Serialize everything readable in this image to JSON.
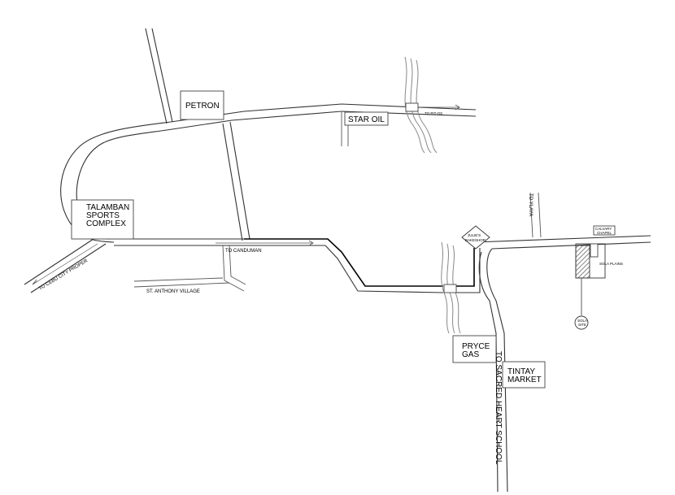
{
  "map": {
    "landmarks": {
      "petron": "PETRON",
      "star_oil": "STAR OIL",
      "talamban_1": "TALAMBAN",
      "talamban_2": "SPORTS",
      "talamban_3": "COMPLEX",
      "pryce_1": "PRYCE",
      "pryce_2": "GAS",
      "tintay_1": "TINTAY",
      "tintay_2": "MARKET",
      "julies_1": "JULIE'S",
      "julies_2": "BAKESHOP",
      "calvary_1": "CALVARY",
      "calvary_2": "CHAPEL",
      "sola_plains": "SOLA PLAINS",
      "destination_1": "SOLA",
      "destination_2": "SITE"
    },
    "roads": {
      "to_pit_os": "TO PIT-OS",
      "to_canduman": "TO CANDUMAN",
      "to_cebu": "TO CEBU CITY PROPER",
      "st_anthony": "ST. ANTHONY VILLAGE",
      "to_ylaya": "TO YLAYA",
      "to_sacred_heart": "TO SACRED HEART SCHOOL"
    }
  }
}
